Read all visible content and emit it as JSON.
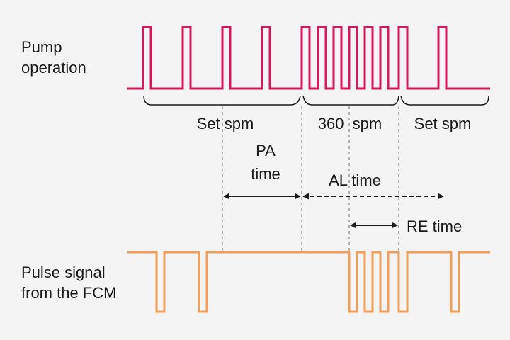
{
  "labels": {
    "pump_line1": "Pump",
    "pump_line2": "operation",
    "pulse_line1": "Pulse signal",
    "pulse_line2": "from the FCM"
  },
  "segments": {
    "set_spm_1": "Set spm",
    "spm_360": "360  spm",
    "set_spm_2": "Set spm"
  },
  "timings": {
    "pa_line1": "PA",
    "pa_line2": "time",
    "al": "AL time",
    "re": "RE time"
  },
  "colors": {
    "pump": "#d6195c",
    "pulse": "#ef9f59",
    "text": "#1a1a1a",
    "guide": "#9a9a9a",
    "background": "#f4f4f4"
  }
}
